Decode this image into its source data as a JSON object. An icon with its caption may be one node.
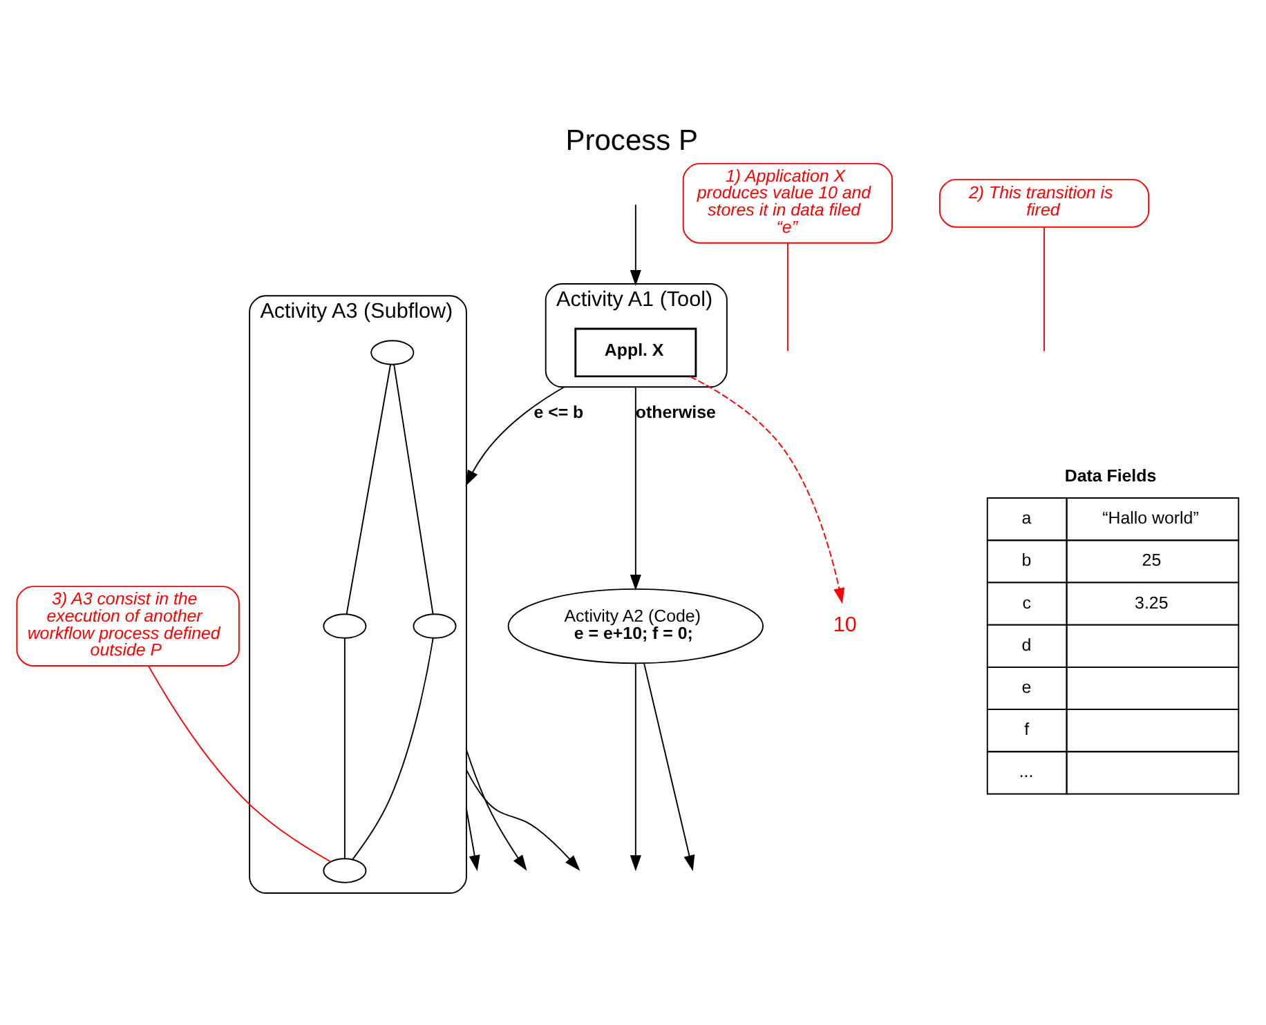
{
  "diagram": {
    "title": "Process P",
    "nodes": [
      {
        "text": [
          "Activity A1 (Tool)"
        ]
      },
      {
        "text": [
          "Appl. X"
        ],
        "in": 0
      },
      {
        "text": [
          "Activity A2 (Code)",
          "e = e+10; f = 0;"
        ]
      },
      {
        "text": [
          "Activity A3 (Subflow)"
        ]
      },
      {
        "text": [],
        "shape": "circle",
        "in": 3
      },
      {
        "text": [],
        "shape": "circle",
        "in": 3
      },
      {
        "text": [],
        "shape": "circle",
        "in": 3
      },
      {
        "text": [],
        "shape": "circle",
        "in": 3
      },
      {
        "text": [
          "1) Application X produces value 10 and stores it in data filed “e”"
        ]
      },
      {
        "text": [
          "2) This transition is fired"
        ]
      },
      {
        "text": [
          "3) A3 consist in the execution of another workflow process defined outside P"
        ]
      },
      {
        "text": [
          "10"
        ]
      }
    ],
    "edges": [
      {
        "from": null,
        "to": 0,
        "arrow": "to"
      },
      {
        "from": 0,
        "to": 2,
        "arrow": "to",
        "label": "otherwise"
      },
      {
        "from": 0,
        "to": 3,
        "arrow": "to",
        "label": "e <= b"
      },
      {
        "from": 1,
        "to": 11,
        "arrow": "to",
        "style": "dashed",
        "color": "#ff0000"
      },
      {
        "from": 2,
        "to": null,
        "arrow": "to"
      },
      {
        "from": 2,
        "to": null,
        "arrow": "to"
      },
      {
        "from": 3,
        "to": null,
        "arrow": "to"
      },
      {
        "from": 3,
        "to": null,
        "arrow": "to"
      },
      {
        "from": 3,
        "to": null,
        "arrow": "to"
      },
      {
        "from": 5,
        "to": 4,
        "arrow": "none"
      },
      {
        "from": 4,
        "to": 6,
        "arrow": "none"
      },
      {
        "from": 5,
        "to": 7,
        "arrow": "none"
      },
      {
        "from": 7,
        "to": 6,
        "arrow": "none"
      },
      {
        "from": 8,
        "to": null,
        "arrow": "none",
        "color": "#ff0000"
      },
      {
        "from": 9,
        "to": null,
        "arrow": "none",
        "color": "#ff0000"
      },
      {
        "from": 10,
        "to": 6,
        "arrow": "none",
        "color": "#ff0000"
      }
    ],
    "labels": [
      "Data Fields",
      "a",
      "“Hallo world”",
      "b",
      "25",
      "c",
      "3.25",
      "d",
      "e",
      "f",
      "..."
    ]
  }
}
